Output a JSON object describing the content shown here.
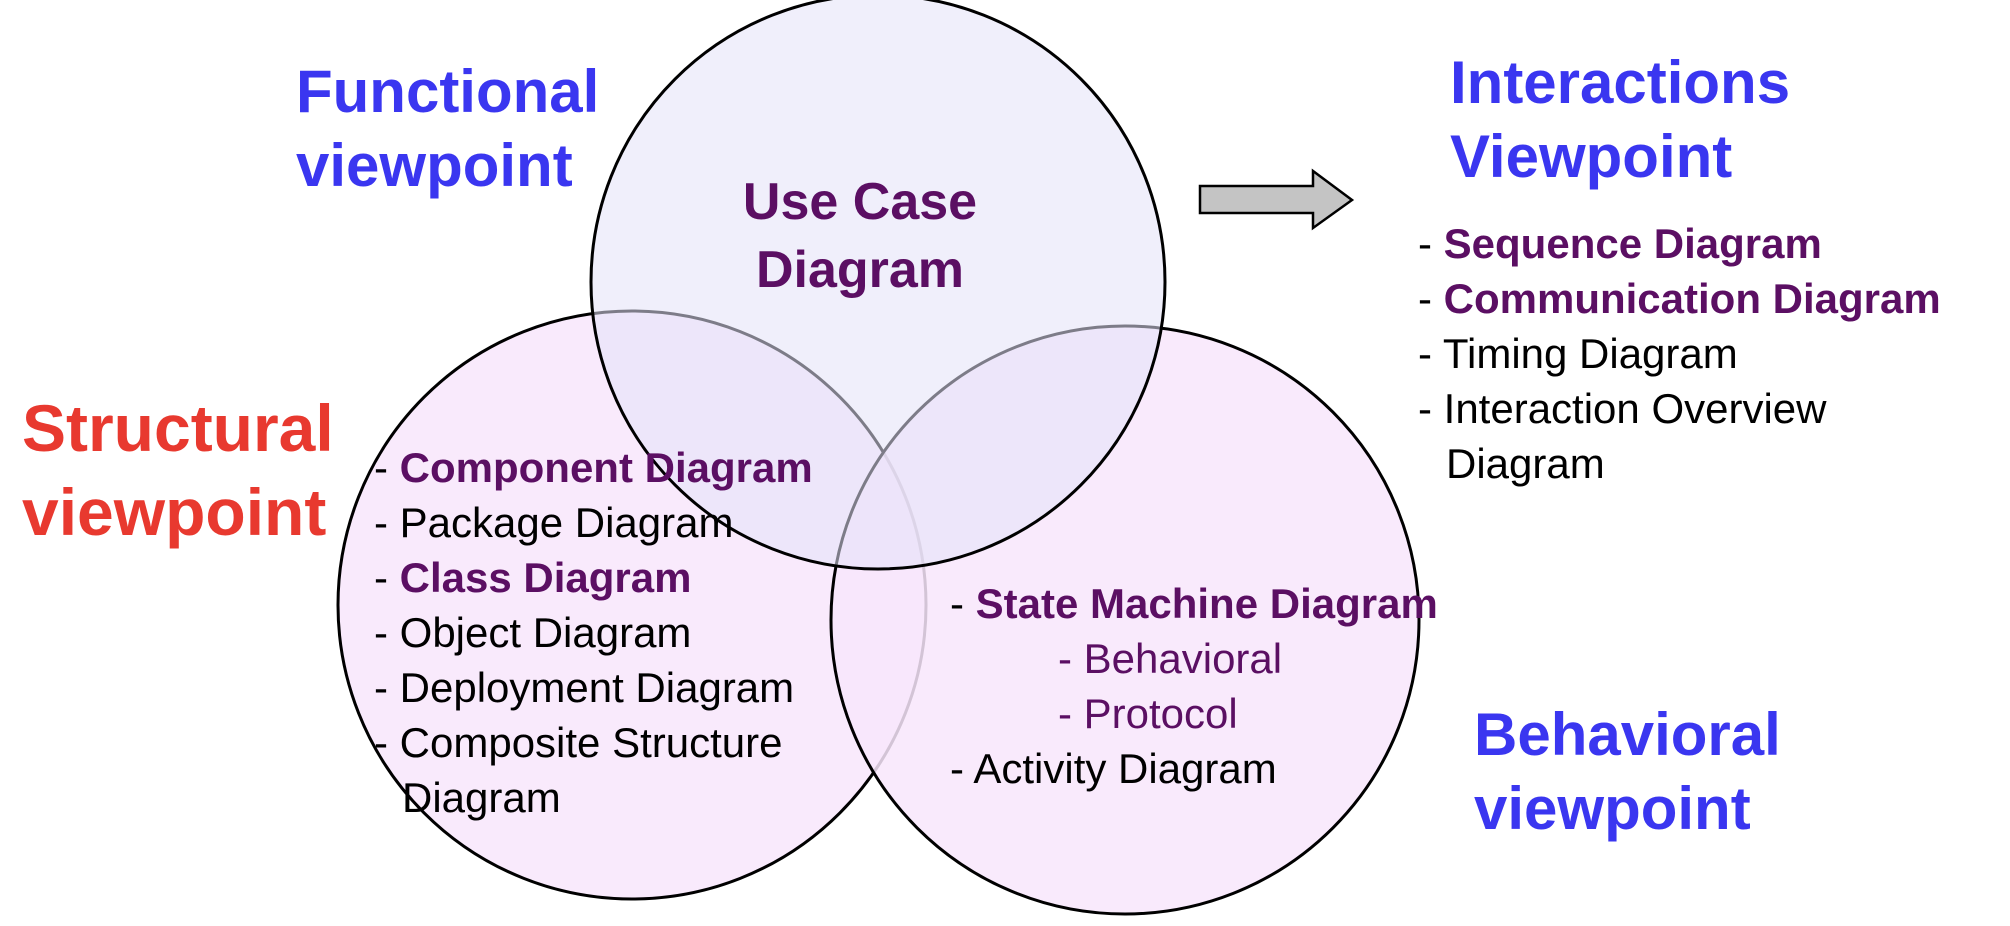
{
  "colors": {
    "viewpoint_blue": "#3a36f0",
    "structural_red": "#e8392f",
    "diagram_purple": "#5b0f63",
    "functional_fill": "#e8e9fb",
    "structural_fill": "#f8e6fb",
    "behavioral_fill": "#f8e6fb",
    "arrow_fill": "#c4c4c4"
  },
  "functional": {
    "title_line1": "Functional",
    "title_line2": "viewpoint",
    "center_line1": "Use Case",
    "center_line2": "Diagram"
  },
  "structural": {
    "title_line1": "Structural",
    "title_line2": "viewpoint",
    "items": [
      {
        "dash": "- ",
        "text": "Component Diagram",
        "highlight": true
      },
      {
        "dash": "- ",
        "text": "Package Diagram",
        "highlight": false
      },
      {
        "dash": "- ",
        "text": "Class Diagram",
        "highlight": true
      },
      {
        "dash": "- ",
        "text": "Object Diagram",
        "highlight": false
      },
      {
        "dash": "- ",
        "text": "Deployment Diagram",
        "highlight": false
      },
      {
        "dash": "- ",
        "text": "Composite Structure",
        "highlight": false,
        "continuation": "Diagram"
      }
    ]
  },
  "behavioral": {
    "title_line1": "Behavioral",
    "title_line2": "viewpoint",
    "items": [
      {
        "dash": "- ",
        "text": "State Machine Diagram",
        "highlight": true
      },
      {
        "dash": "- ",
        "text": "Behavioral",
        "sub": true
      },
      {
        "dash": "- ",
        "text": "Protocol",
        "sub": true
      },
      {
        "dash": "- ",
        "text": "Activity Diagram",
        "highlight": false
      }
    ]
  },
  "interactions": {
    "title_line1": "Interactions",
    "title_line2": "Viewpoint",
    "items": [
      {
        "dash": "- ",
        "text": "Sequence Diagram",
        "highlight": true
      },
      {
        "dash": "- ",
        "text": "Communication Diagram",
        "highlight": true
      },
      {
        "dash": "- ",
        "text": "Timing Diagram",
        "highlight": false
      },
      {
        "dash": "- ",
        "text": "Interaction Overview",
        "highlight": false,
        "continuation": "Diagram"
      }
    ]
  },
  "arrow_icon": "right-arrow-icon"
}
